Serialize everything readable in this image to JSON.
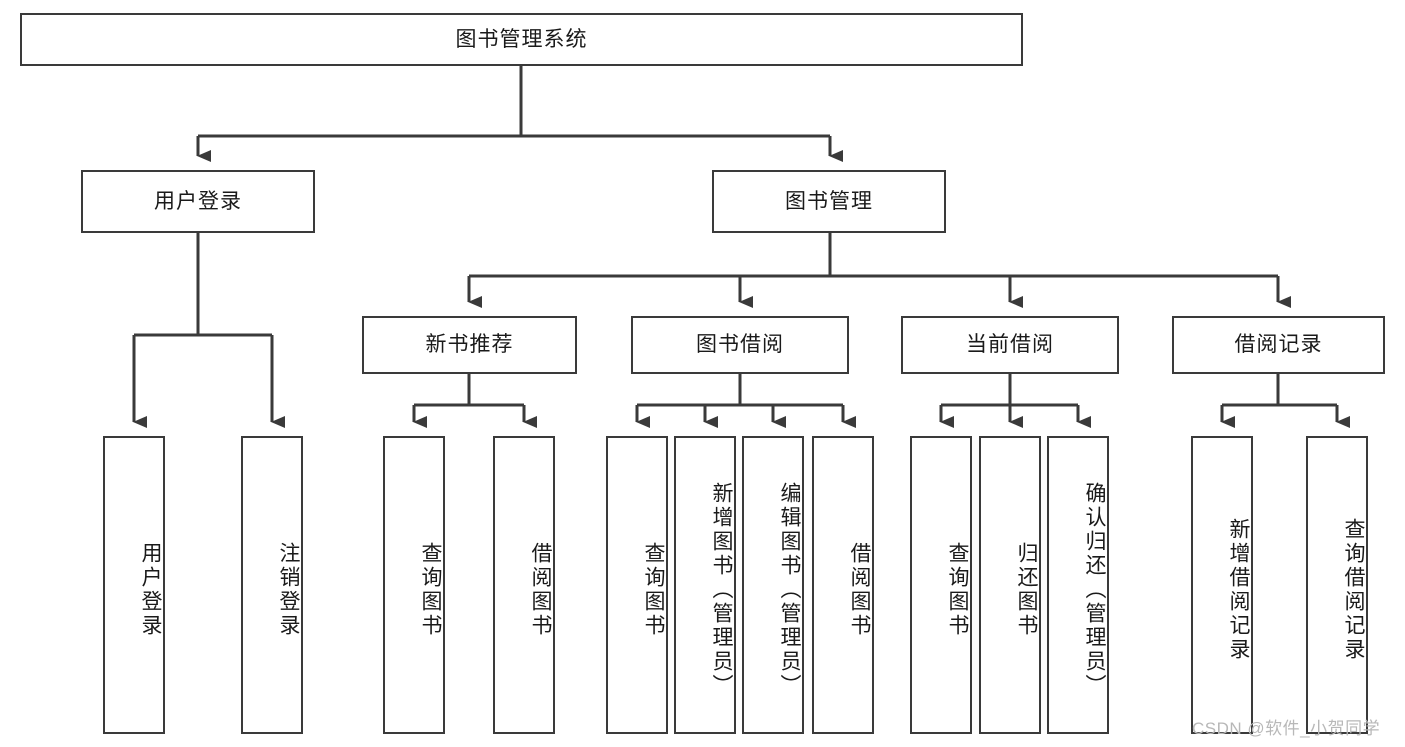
{
  "diagram": {
    "title": "图书管理系统",
    "type": "tree-hierarchy",
    "watermark": "CSDN @软件_小贺同学",
    "colors": {
      "box_border": "#3a3a3a",
      "box_fill": "#ffffff",
      "edge": "#3a3a3a",
      "text": "#1a1a1a",
      "watermark": "#b8b8b8",
      "background": "#ffffff"
    },
    "root": {
      "label": "图书管理系统"
    },
    "level2": [
      {
        "label": "用户登录"
      },
      {
        "label": "图书管理"
      }
    ],
    "level3": [
      {
        "label": "新书推荐"
      },
      {
        "label": "图书借阅"
      },
      {
        "label": "当前借阅"
      },
      {
        "label": "借阅记录"
      }
    ],
    "leaves": {
      "user_login": [
        {
          "label": "用户登录"
        },
        {
          "label": "注销登录"
        }
      ],
      "new_book_recommend": [
        {
          "label": "查询图书"
        },
        {
          "label": "借阅图书"
        }
      ],
      "book_borrow": [
        {
          "label": "查询图书"
        },
        {
          "label": "新增图书（管理员）"
        },
        {
          "label": "编辑图书（管理员）"
        },
        {
          "label": "借阅图书"
        }
      ],
      "current_borrow": [
        {
          "label": "查询图书"
        },
        {
          "label": "归还图书"
        },
        {
          "label": "确认归还（管理员）"
        }
      ],
      "borrow_record": [
        {
          "label": "新增借阅记录"
        },
        {
          "label": "查询借阅记录"
        }
      ]
    }
  }
}
